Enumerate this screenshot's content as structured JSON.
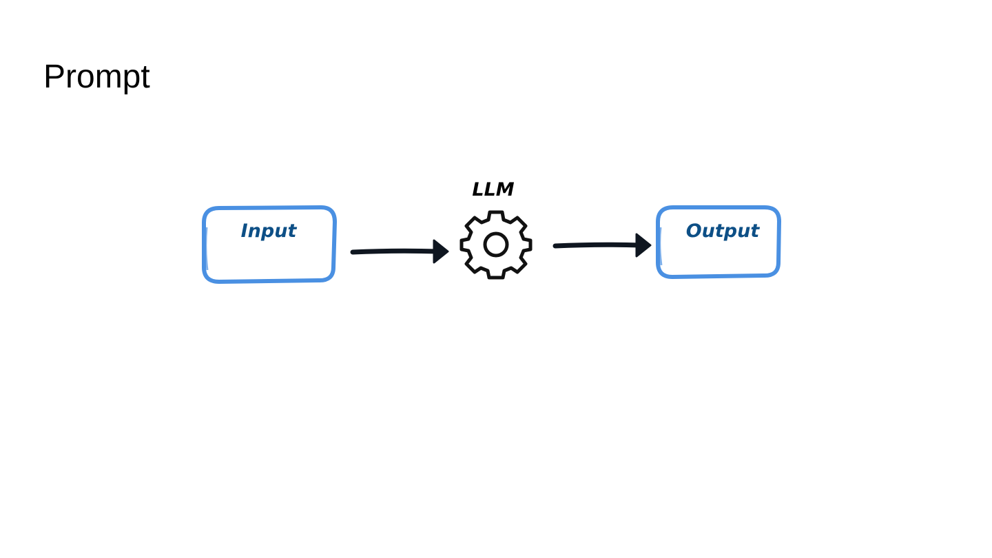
{
  "slide": {
    "title": "Prompt"
  },
  "diagram": {
    "input_label": "Input",
    "model_label": "LLM",
    "output_label": "Output",
    "box_color": "#4a90e2",
    "label_color": "#0d4f86",
    "arrow_color": "#0f1620",
    "gear_color": "#111111"
  }
}
